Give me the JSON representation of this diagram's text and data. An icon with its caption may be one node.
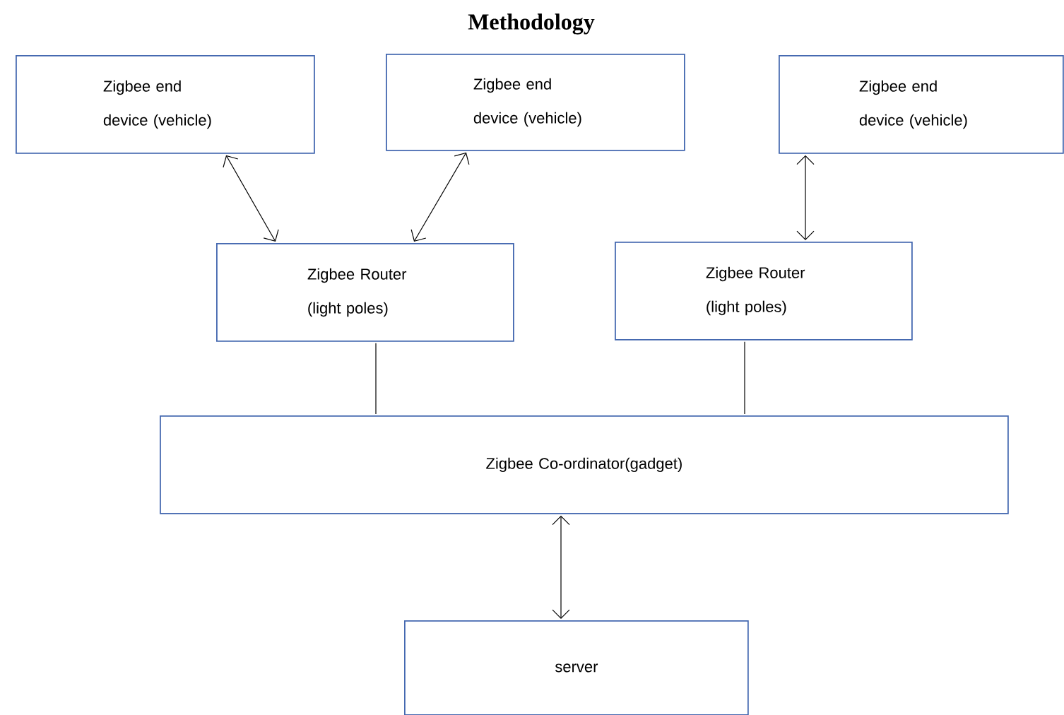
{
  "diagram": {
    "title": "Methodology",
    "nodes": [
      {
        "text": [
          "Zigbee end device (vehicle)"
        ]
      },
      {
        "text": [
          "Zigbee end device (vehicle)"
        ]
      },
      {
        "text": [
          "Zigbee end device (vehicle)"
        ]
      },
      {
        "text": [
          "Zigbee Router (light poles)"
        ]
      },
      {
        "text": [
          "Zigbee Router (light poles)"
        ]
      },
      {
        "text": [
          "Zigbee Co-ordinator(gadget)"
        ]
      },
      {
        "text": [
          "server"
        ]
      }
    ],
    "edges": [
      {
        "from": 0,
        "to": 3,
        "arrow": "both"
      },
      {
        "from": 1,
        "to": 3,
        "arrow": "both"
      },
      {
        "from": 2,
        "to": 4,
        "arrow": "both"
      },
      {
        "from": 3,
        "to": 5,
        "arrow": "none"
      },
      {
        "from": 4,
        "to": 5,
        "arrow": "none"
      },
      {
        "from": 5,
        "to": 6,
        "arrow": "both"
      }
    ]
  }
}
